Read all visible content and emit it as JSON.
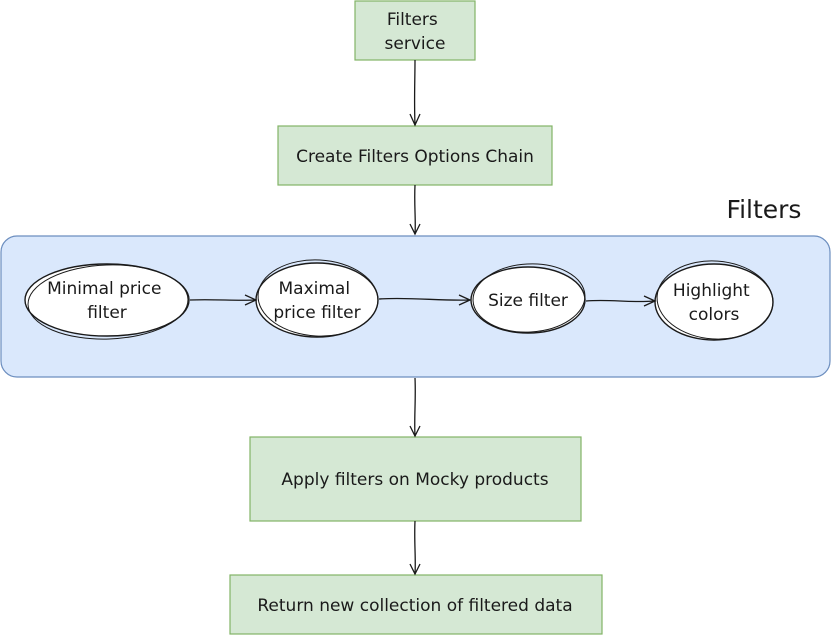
{
  "group_title": "Filters",
  "nodes": {
    "filters_service": {
      "lines": [
        "Filters",
        "service"
      ]
    },
    "create_chain": {
      "lines": [
        "Create Filters Options Chain"
      ]
    },
    "min_price": {
      "lines": [
        "Minimal price",
        "filter"
      ]
    },
    "max_price": {
      "lines": [
        "Maximal",
        "price filter"
      ]
    },
    "size_filter": {
      "lines": [
        "Size filter"
      ]
    },
    "highlight": {
      "lines": [
        "Highlight",
        "colors"
      ]
    },
    "apply": {
      "lines": [
        "Apply filters on Mocky products"
      ]
    },
    "return_data": {
      "lines": [
        "Return new collection of filtered data"
      ]
    }
  },
  "colors": {
    "process_fill": "#d5e8d4",
    "process_stroke": "#82b366",
    "group_fill": "#dae8fc",
    "group_stroke": "#6c8ebf",
    "ellipse_fill": "#ffffff",
    "line": "#1a1a1a"
  }
}
